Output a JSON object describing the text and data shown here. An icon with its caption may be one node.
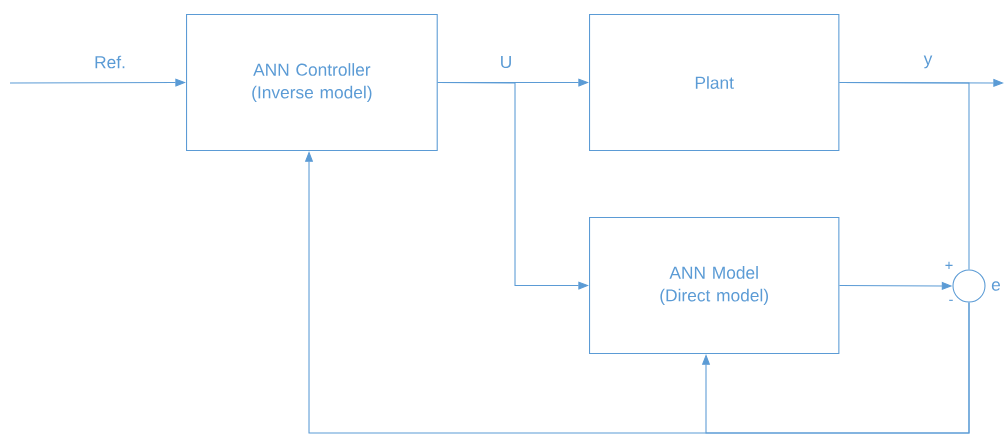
{
  "diagram": {
    "nodes": [
      {
        "text": [
          "ANN Controller (Inverse model)"
        ]
      },
      {
        "text": [
          "Plant"
        ]
      },
      {
        "text": [
          "ANN Model (Direct model)"
        ]
      },
      {
        "text": [],
        "shape": "circle",
        "beside": [
          "e"
        ]
      }
    ],
    "edges": [
      {
        "from": null,
        "to": 0,
        "arrow": "to",
        "label": "Ref."
      },
      {
        "from": 0,
        "to": 1,
        "arrow": "to",
        "label": "U"
      },
      {
        "from": 0,
        "to": 2,
        "arrow": "to"
      },
      {
        "from": 1,
        "to": null,
        "arrow": "to",
        "label": "y"
      },
      {
        "from": 1,
        "to": 3,
        "arrow": "none"
      },
      {
        "from": 2,
        "to": 3,
        "arrow": "to"
      },
      {
        "from": 3,
        "to": 0,
        "arrow": "to"
      },
      {
        "from": 3,
        "to": 2,
        "arrow": "to"
      }
    ],
    "labels": [
      "+",
      "-"
    ]
  }
}
